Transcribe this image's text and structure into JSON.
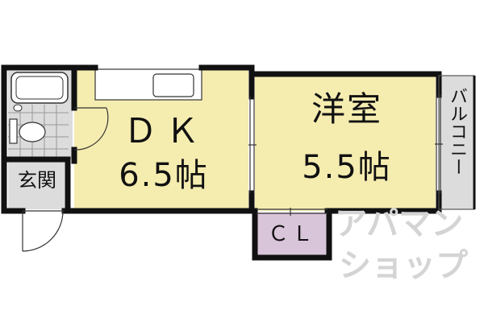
{
  "rooms": {
    "dk": {
      "name": "ＤＫ",
      "size": "6.5帖",
      "fill": "#f5ecb0"
    },
    "western": {
      "name": "洋室",
      "size": "5.5帖",
      "fill": "#f5ecb0"
    },
    "closet": {
      "name": "ＣＬ",
      "fill": "#d9c5d9"
    },
    "entrance": {
      "name": "玄関",
      "fill": "#dcdcdc"
    },
    "balcony": {
      "name": "バルコニー",
      "fill": "#dcdcdc"
    },
    "bath": {
      "fill": "#dcdcdc"
    }
  },
  "colors": {
    "wall": "#111111",
    "watermark": "#d4d4d4"
  },
  "watermark": {
    "line1": "アパマン",
    "line2": "ショップ"
  }
}
